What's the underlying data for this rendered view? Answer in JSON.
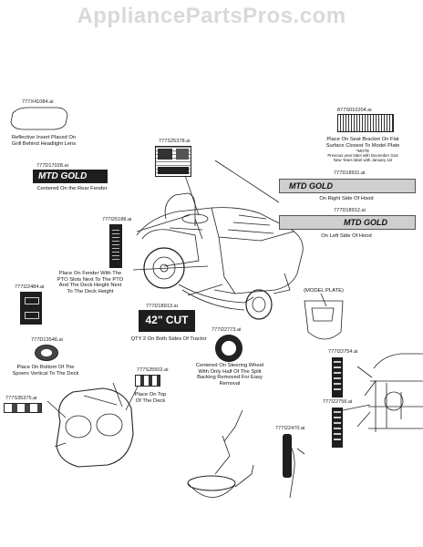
{
  "watermark": "AppliancePartsPros.com",
  "parts": {
    "p_41084": {
      "number": "777X41084.ai",
      "caption": [
        "Reflective Insert Placed On",
        "Grill Behind Headlight Lens"
      ]
    },
    "p_17028": {
      "number": "777D17028.ai",
      "caption": [
        "Centered On the Rear Fender"
      ],
      "logo": "MTD GOLD"
    },
    "p_25378": {
      "number": "777S25378.ai"
    },
    "p_10204": {
      "number": "877S010204.ai",
      "caption": [
        "Place On Seat Bracket On Flat",
        "Surface Closest To Model Plate"
      ],
      "small_print": [
        "*MOTE",
        "Previous year label with December 31st",
        "New Years label with January 1st"
      ]
    },
    "p_18911": {
      "number": "777D18911.ai",
      "caption": [
        "On Right Side Of Hood"
      ],
      "logo": "MTD GOLD"
    },
    "p_18912": {
      "number": "777D18912.ai",
      "caption": [
        "On Left Side Of Hood"
      ],
      "logo": "MTD GOLD"
    },
    "p_25188": {
      "number": "777I25188.ai"
    },
    "p_fender": {
      "caption": [
        "Place On Fender With The",
        "PTO Slots Next To The PTO",
        "And The Deck Height Next",
        "To The Deck Height"
      ]
    },
    "p_22484": {
      "number": "777I22484.ai"
    },
    "p_18913": {
      "number": "777D18913.ai",
      "caption": [
        "QTY 2 On Both Sides Of Tractor"
      ],
      "text": "42\" CUT"
    },
    "p_model": {
      "caption": [
        "(MODEL PLATE)"
      ]
    },
    "p_22773": {
      "number": "777I22773.ai",
      "caption": [
        "Centered On Steering Wheel",
        "With Only Half Of The Split",
        "Backing Removed For Easy",
        "Removal"
      ]
    },
    "p_13546": {
      "number": "777D13546.ai",
      "caption": [
        "Place On Bottom Of The",
        "Spoers Vertical To The Deck"
      ]
    },
    "p_25502": {
      "number": "777S25502.ai",
      "caption": [
        "Place On Top",
        "Of The Deck"
      ]
    },
    "p_35375": {
      "number": "777S35375.ai"
    },
    "p_22470": {
      "number": "777I22470.ai"
    },
    "p_22754": {
      "number": "777I22754.ai"
    },
    "p_22756": {
      "number": "777I22756.ai"
    }
  },
  "colors": {
    "decal_dark": "#1e1e1e",
    "line": "#222222",
    "watermark": "#d9d9d9"
  }
}
